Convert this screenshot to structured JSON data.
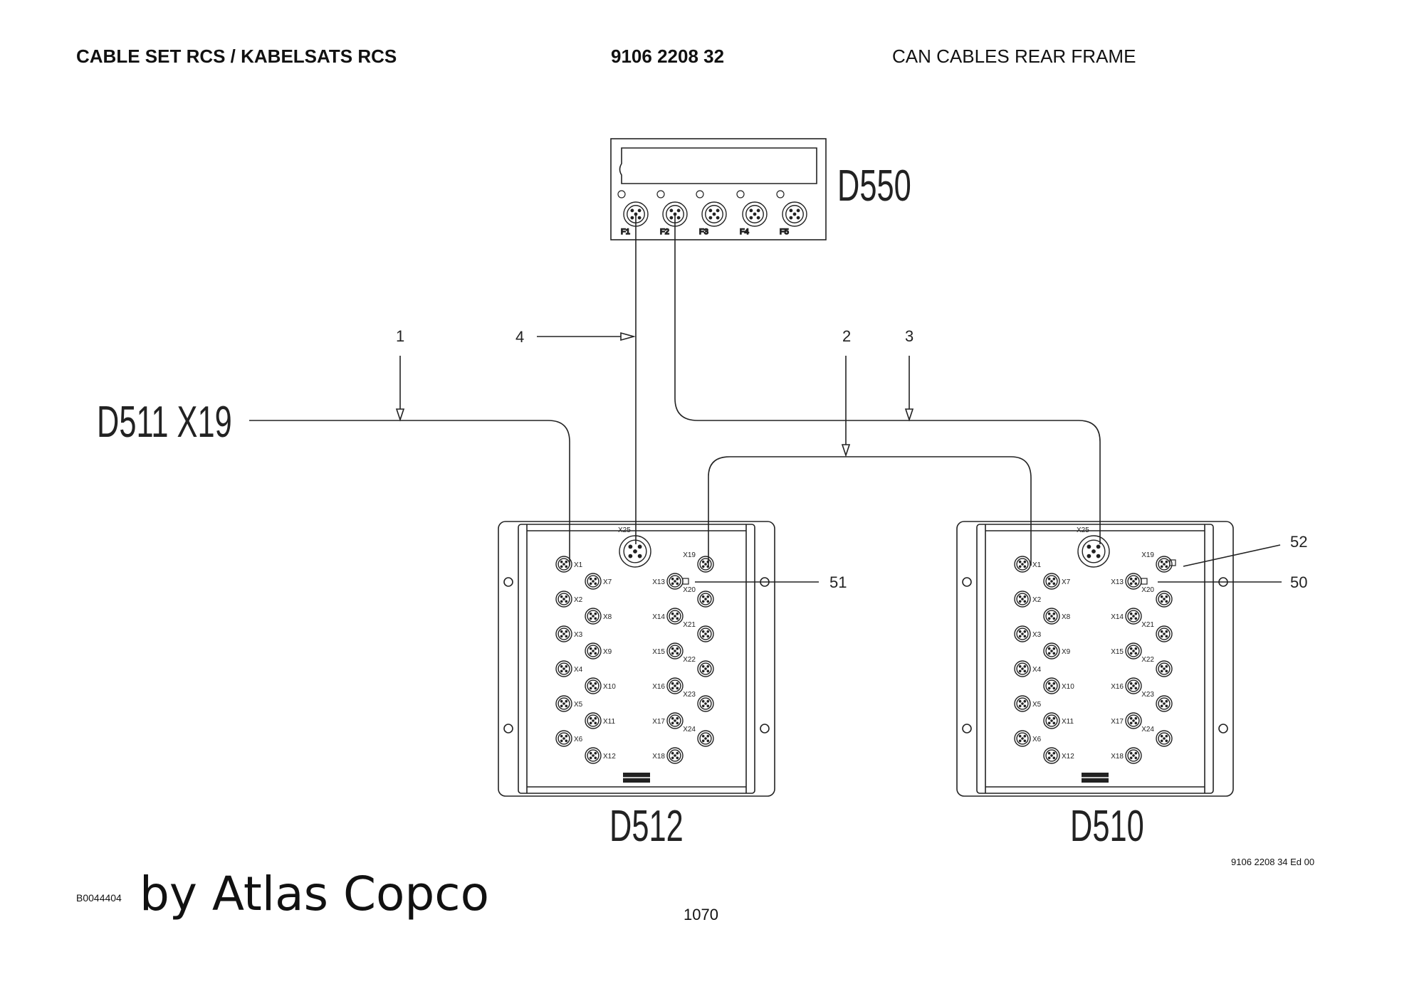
{
  "header": {
    "left": "CABLE SET RCS / KABELSATS RCS",
    "middle": "9106 2208 32",
    "right": "CAN CABLES REAR FRAME"
  },
  "footer": {
    "ref": "9106 2208 34 Ed 00",
    "doc_id": "B0044404",
    "brand": "by Atlas Copco",
    "page_number": "1070"
  },
  "diagram": {
    "modules": {
      "d550": "D550",
      "d512": "D512",
      "d510": "D510",
      "d511x19": "D511 X19"
    },
    "d550_ports": [
      "F1",
      "F2",
      "F3",
      "F4",
      "F5"
    ],
    "io_ports": {
      "x25": "X25",
      "left_col_a": [
        "X1",
        "X2",
        "X3",
        "X4",
        "X5",
        "X6"
      ],
      "left_col_b": [
        "X7",
        "X8",
        "X9",
        "X10",
        "X11",
        "X12"
      ],
      "right_col_a": [
        "X13",
        "X14",
        "X15",
        "X16",
        "X17",
        "X18"
      ],
      "right_col_b": [
        "X19",
        "X20",
        "X21",
        "X22",
        "X23",
        "X24"
      ]
    },
    "cable_callouts": {
      "c1": "1",
      "c2": "2",
      "c3": "3",
      "c4": "4",
      "c50": "50",
      "c51": "51",
      "c52": "52"
    }
  }
}
